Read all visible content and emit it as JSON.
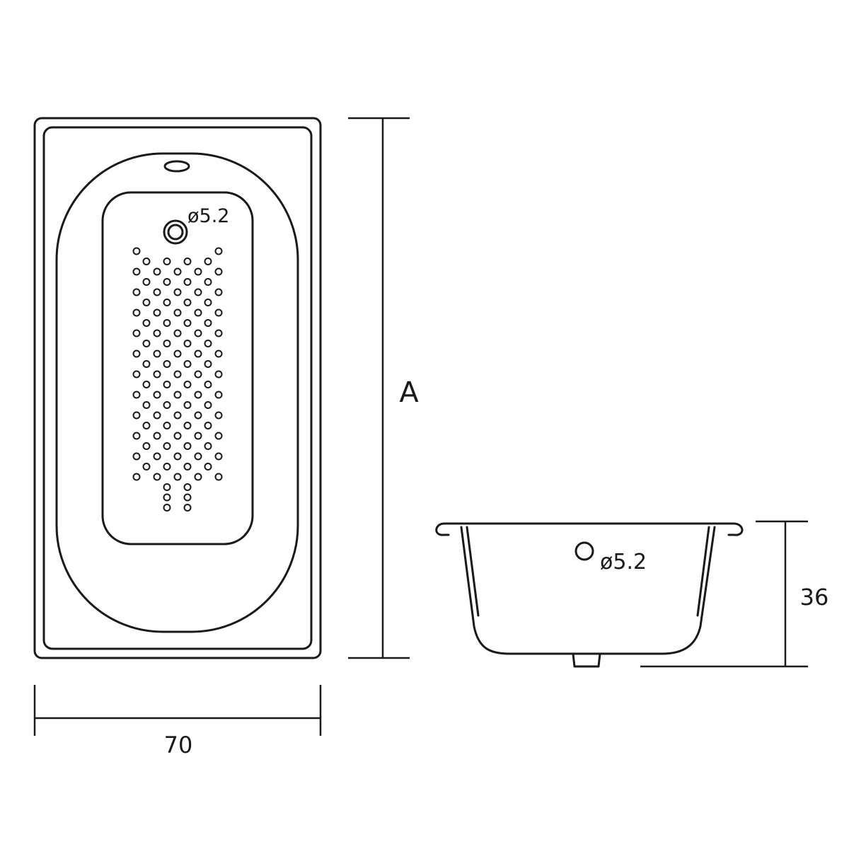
{
  "top_view": {
    "drain_label": "ø5.2"
  },
  "side_view": {
    "drain_label": "ø5.2"
  },
  "dimensions": {
    "width_label": "70",
    "length_label": "A",
    "depth_label": "36"
  }
}
